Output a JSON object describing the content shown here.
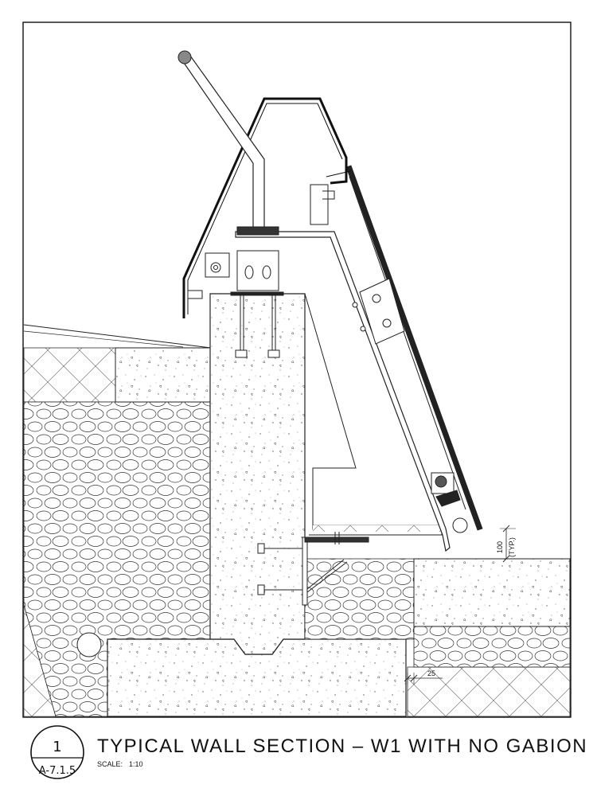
{
  "title_block": {
    "detail_number": "1",
    "sheet_reference": "A-7.1.5",
    "title": "TYPICAL WALL SECTION – W1 WITH NO GABION",
    "scale_label": "SCALE:",
    "scale_value": "1:10"
  },
  "dimensions": {
    "step_height_value": "100",
    "step_height_note": "(TYP.)",
    "offset_value": "25"
  }
}
